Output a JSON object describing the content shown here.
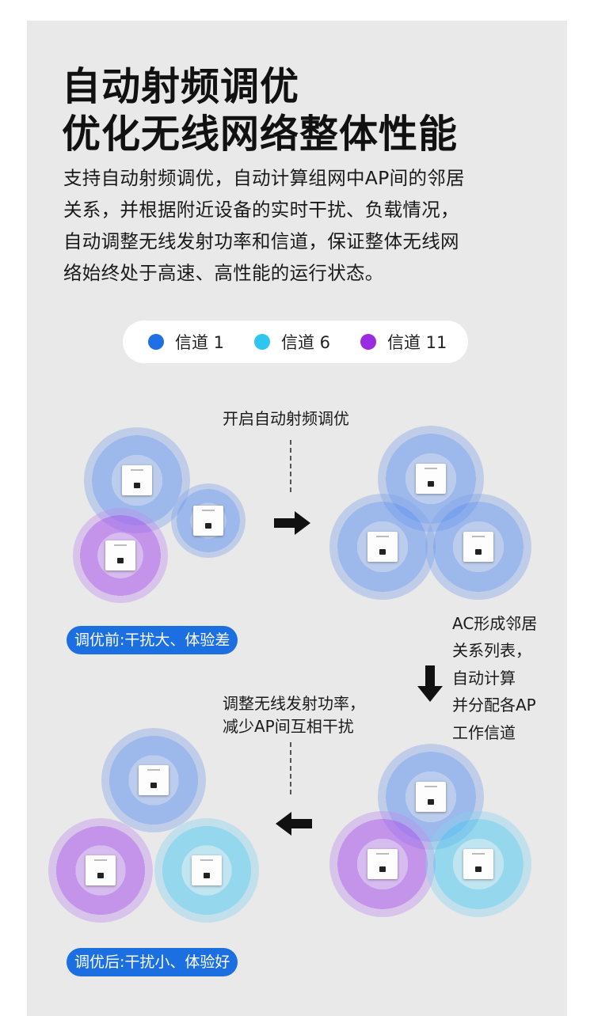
{
  "title": {
    "line1": "自动射频调优",
    "line2": "优化无线网络整体性能"
  },
  "description": [
    "支持自动射频调优，自动计算组网中AP间的邻居",
    "关系，并根据附近设备的实时干扰、负载情况，",
    "自动调整无线发射功率和信道，保证整体无线网",
    "络始终处于高速、高性能的运行状态。"
  ],
  "legend": [
    {
      "label": "信道 1",
      "color": "#1f6fe6"
    },
    {
      "label": "信道 6",
      "color": "#2cc6f0"
    },
    {
      "label": "信道 11",
      "color": "#9a2be0"
    }
  ],
  "steps": {
    "step1": "开启自动射频调优",
    "step2": [
      "AC形成邻居",
      "关系列表，",
      "自动计算",
      "并分配各AP",
      "工作信道"
    ],
    "step3": [
      "调整无线发射功率，",
      "减少AP间互相干扰"
    ]
  },
  "badges": {
    "before": "调优前:干扰大、体验差",
    "after": "调优后:干扰小、体验好"
  },
  "colors": {
    "badge": "#1b6fe0",
    "panel": "#e9e9e9"
  }
}
